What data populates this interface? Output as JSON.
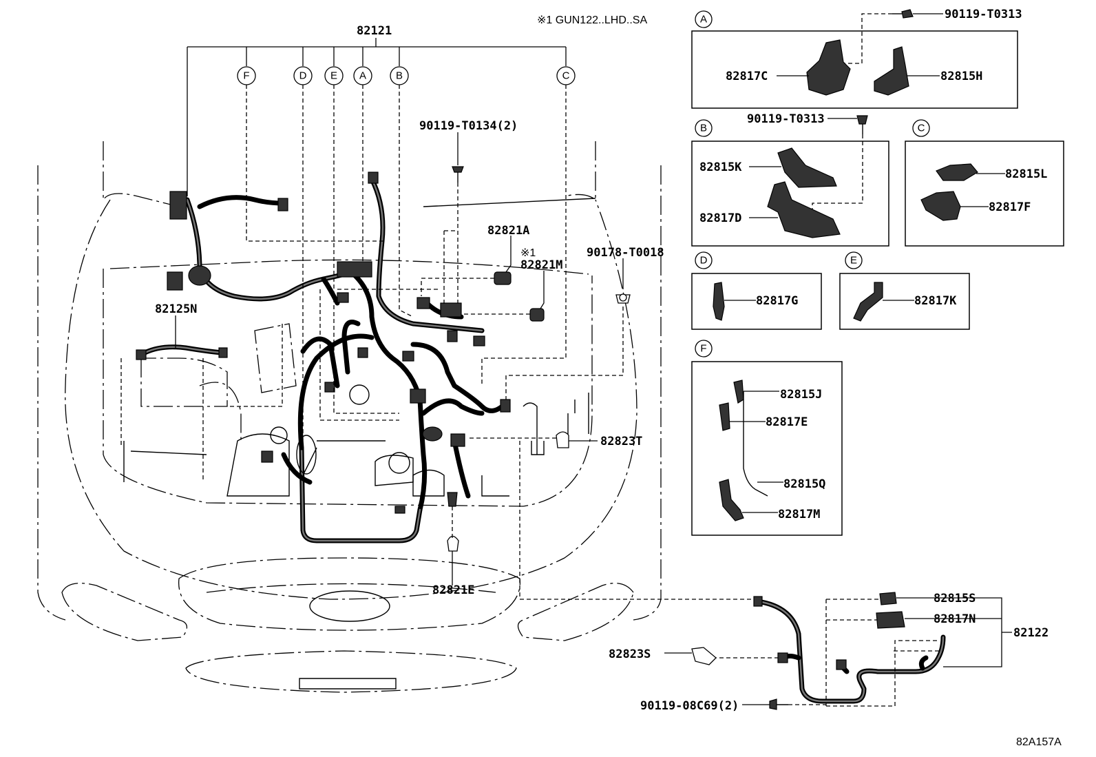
{
  "note": "※1  GUN122..LHD..SA",
  "figure_code": "82A157A",
  "main_harness": "82121",
  "callouts": {
    "A": "A",
    "B": "B",
    "C": "C",
    "D": "D",
    "E": "E",
    "F": "F"
  },
  "labels": {
    "p82125N": "82125N",
    "p90119T0134": "90119-T0134(2)",
    "p82821A": "82821A",
    "mark1": "※1",
    "p82821M": "82821M",
    "p90178T0018": "90178-T0018",
    "p82823T": "82823T",
    "p82821E": "82821E",
    "p82823S": "82823S",
    "p9011908C69": "90119-08C69(2)",
    "p82815S": "82815S",
    "p82817N": "82817N",
    "p82122": "82122"
  },
  "detail_A": {
    "tag": "A",
    "screw": "90119-T0313",
    "left": "82817C",
    "right": "82815H"
  },
  "detail_B": {
    "tag": "B",
    "screw": "90119-T0313",
    "top": "82815K",
    "bottom": "82817D"
  },
  "detail_C": {
    "tag": "C",
    "top": "82815L",
    "bottom": "82817F"
  },
  "detail_D": {
    "tag": "D",
    "part": "82817G"
  },
  "detail_E": {
    "tag": "E",
    "part": "82817K"
  },
  "detail_F": {
    "tag": "F",
    "p1": "82815J",
    "p2": "82817E",
    "p3": "82815Q",
    "p4": "82817M"
  }
}
